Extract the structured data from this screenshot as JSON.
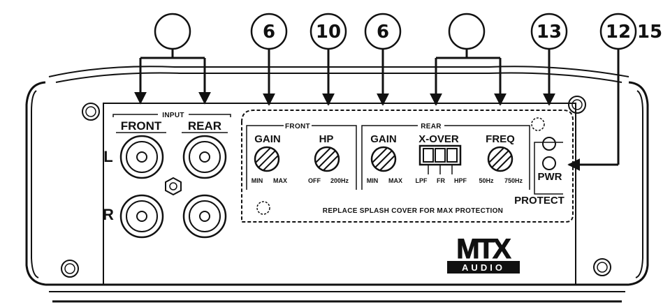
{
  "callouts": {
    "input_group": "",
    "front_gain": "6",
    "front_hp": "10",
    "rear_gain": "6",
    "rear_group": "",
    "pwr_led": "13",
    "protect_led": "12",
    "protect_led_extra": "15"
  },
  "input": {
    "title": "INPUT",
    "front": "FRONT",
    "rear": "REAR",
    "left": "L",
    "right": "R"
  },
  "front_section": {
    "title": "FRONT",
    "gain_label": "GAIN",
    "gain_min": "MIN",
    "gain_max": "MAX",
    "hp_label": "HP",
    "hp_off": "OFF",
    "hp_max": "200Hz"
  },
  "rear_section": {
    "title": "REAR",
    "gain_label": "GAIN",
    "gain_min": "MIN",
    "gain_max": "MAX",
    "xover_label": "X-OVER",
    "xover_lpf": "LPF",
    "xover_fr": "FR",
    "xover_hpf": "HPF",
    "freq_label": "FREQ",
    "freq_min": "50Hz",
    "freq_max": "750Hz"
  },
  "status": {
    "pwr": "PWR",
    "protect": "PROTECT"
  },
  "cover_note": "REPLACE SPLASH COVER FOR MAX PROTECTION",
  "logo": {
    "brand": "MTX",
    "sub": "AUDIO"
  }
}
